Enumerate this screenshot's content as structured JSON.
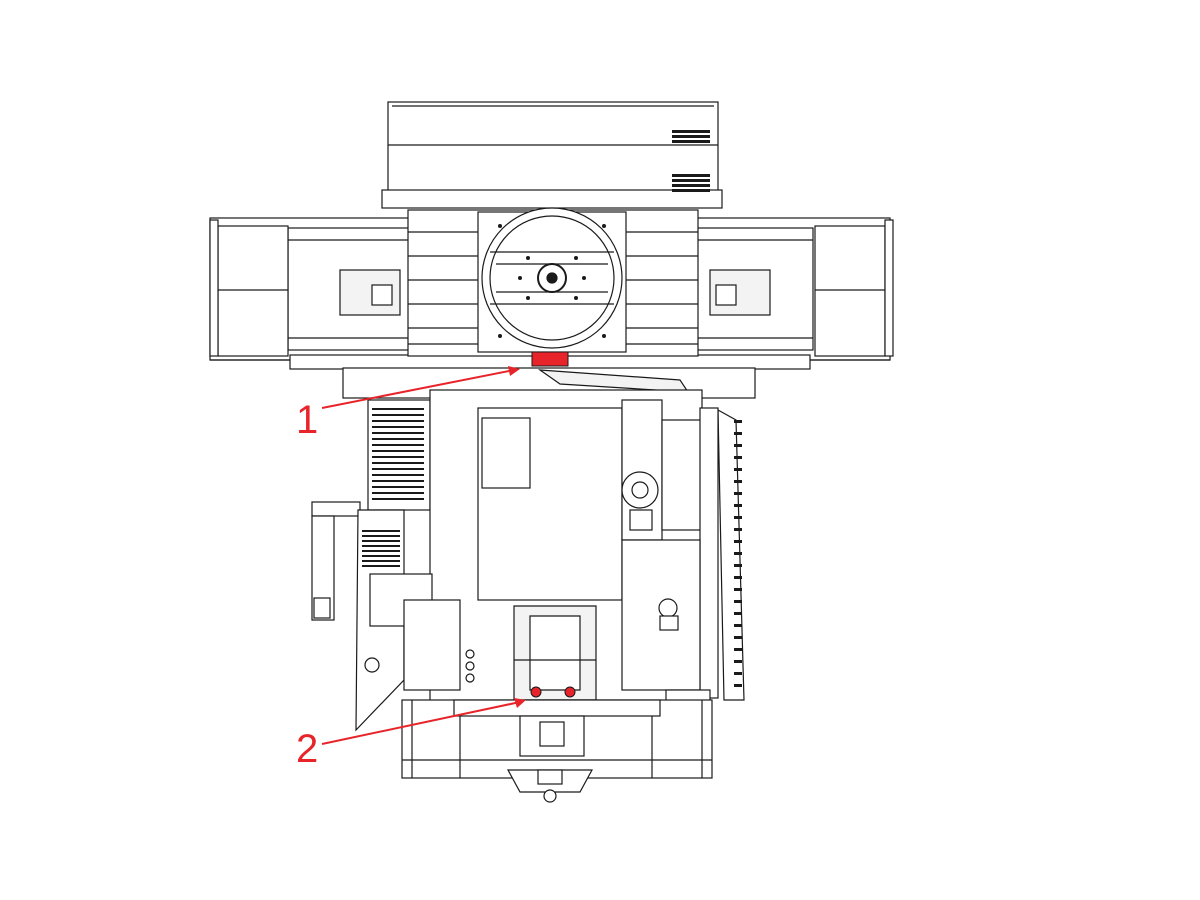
{
  "diagram": {
    "colors": {
      "line": "#1a1a1a",
      "fill": "#ffffff",
      "panel": "#f3f3f3",
      "highlight": "#e8242b",
      "callout": "#e8242b"
    },
    "callouts": [
      {
        "label": "1",
        "target": "red-block-under-table"
      },
      {
        "label": "2",
        "target": "red-ports-on-tank"
      }
    ]
  }
}
